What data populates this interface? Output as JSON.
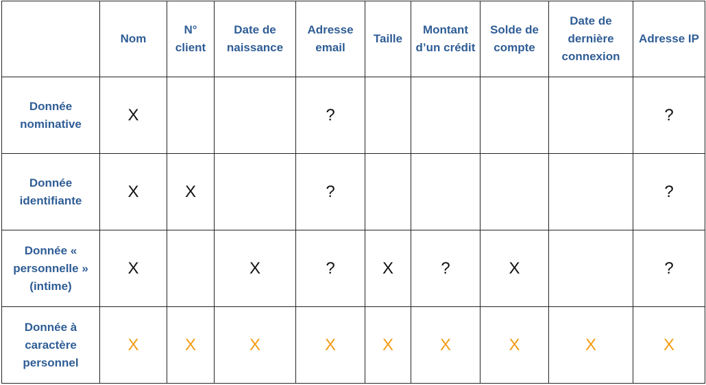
{
  "colors": {
    "header_text": "#2f5d95",
    "mark_default": "#111111",
    "mark_highlight": "#f39c12",
    "border": "#222222"
  },
  "table": {
    "corner": "",
    "columns": [
      "Nom",
      "N° client",
      "Date de naissance",
      "Adresse email",
      "Taille",
      "Montant d’un crédit",
      "Solde de compte",
      "Date de dernière connexion",
      "Adresse IP"
    ],
    "rows": [
      {
        "label": "Donnée nominative",
        "cells": [
          "X",
          "",
          "",
          "?",
          "",
          "",
          "",
          "",
          "?"
        ],
        "highlight": false
      },
      {
        "label": "Donnée identifiante",
        "cells": [
          "X",
          "X",
          "",
          "?",
          "",
          "",
          "",
          "",
          "?"
        ],
        "highlight": false
      },
      {
        "label": "Donnée « personnelle » (intime)",
        "cells": [
          "X",
          "",
          "X",
          "?",
          "X",
          "?",
          "X",
          "",
          "?"
        ],
        "highlight": false
      },
      {
        "label": "Donnée à caractère personnel",
        "cells": [
          "X",
          "X",
          "X",
          "X",
          "X",
          "X",
          "X",
          "X",
          "X"
        ],
        "highlight": true
      }
    ]
  }
}
